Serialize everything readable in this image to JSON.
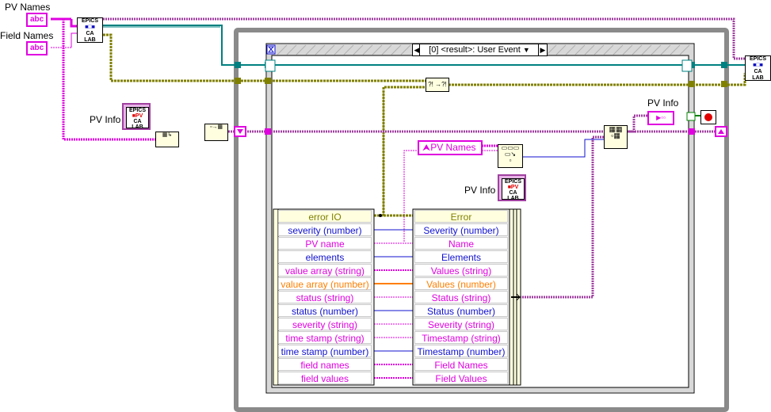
{
  "labels": {
    "pv_names": "PV Names",
    "field_names": "Field Names",
    "pv_info_left": "PV Info",
    "pv_info_mid": "PV Info",
    "pv_info_right": "PV Info",
    "pv_names_const": "PV Names"
  },
  "string_const": "abc",
  "event_case": {
    "selector": "[0] <result>: User Event",
    "prev_arrow": "◀",
    "next_arrow": "▼",
    "next2": "▶"
  },
  "epics_node": {
    "line1": "EPICS",
    "line2": "CA",
    "line3": "LAB"
  },
  "unbundle_left": [
    {
      "label": "error IO",
      "color": "#808000"
    },
    {
      "label": "severity (number)",
      "color": "#1010d0"
    },
    {
      "label": "PV name",
      "color": "#e000e0"
    },
    {
      "label": "elements",
      "color": "#1010d0"
    },
    {
      "label": "value array (string)",
      "color": "#e000e0"
    },
    {
      "label": "value array (number)",
      "color": "#ff7f00"
    },
    {
      "label": "status (string)",
      "color": "#e000e0"
    },
    {
      "label": "status (number)",
      "color": "#1010d0"
    },
    {
      "label": "severity (string)",
      "color": "#e000e0"
    },
    {
      "label": "time stamp (string)",
      "color": "#e000e0"
    },
    {
      "label": "time stamp (number)",
      "color": "#1010d0"
    },
    {
      "label": "field names",
      "color": "#e000e0"
    },
    {
      "label": "field values",
      "color": "#e000e0"
    }
  ],
  "bundle_right": [
    {
      "label": "Error",
      "color": "#808000"
    },
    {
      "label": "Severity (number)",
      "color": "#1010d0"
    },
    {
      "label": "Name",
      "color": "#e000e0"
    },
    {
      "label": "Elements",
      "color": "#1010d0"
    },
    {
      "label": "Values (string)",
      "color": "#e000e0"
    },
    {
      "label": "Values (number)",
      "color": "#ff7f00"
    },
    {
      "label": "Status (string)",
      "color": "#e000e0"
    },
    {
      "label": "Status (number)",
      "color": "#1010d0"
    },
    {
      "label": "Severity (string)",
      "color": "#e000e0"
    },
    {
      "label": "Timestamp (string)",
      "color": "#e000e0"
    },
    {
      "label": "Timestamp (number)",
      "color": "#1010d0"
    },
    {
      "label": "Field Names",
      "color": "#e000e0"
    },
    {
      "label": "Field Values",
      "color": "#e000e0"
    }
  ],
  "wire_colors": {
    "string": "#e000e0",
    "cluster": "#a040a0",
    "error": "#808000",
    "refnum": "#008080",
    "number": "#1010d0",
    "dbl": "#ff7f00",
    "loop": "#808080"
  }
}
